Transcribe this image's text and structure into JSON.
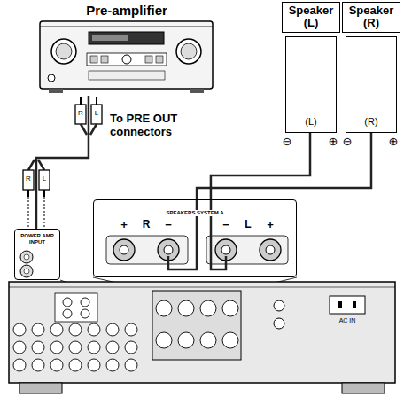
{
  "diagram": {
    "nodes": [
      {
        "text": [
          "Pre-amplifier"
        ]
      },
      {
        "text": [
          "Speaker (L)",
          "(L)"
        ]
      },
      {
        "text": [
          "Speaker (R)",
          "(R)"
        ]
      },
      {
        "text": [
          "POWER AMP INPUT"
        ]
      },
      {
        "text": [
          "SPEAKERS SYSTEM A"
        ]
      }
    ],
    "edges": [
      {
        "from": 0,
        "to": 3,
        "arrow": "none"
      },
      {
        "from": 1,
        "to": 4,
        "arrow": "none"
      },
      {
        "from": 2,
        "to": 4,
        "arrow": "none"
      }
    ],
    "labels": [
      "To PRE OUT connectors",
      "R",
      "L",
      "R",
      "L",
      "+",
      "R",
      "−",
      "−",
      "L",
      "+",
      "⊖",
      "⊕",
      "⊖",
      "⊕",
      "AC IN"
    ]
  }
}
